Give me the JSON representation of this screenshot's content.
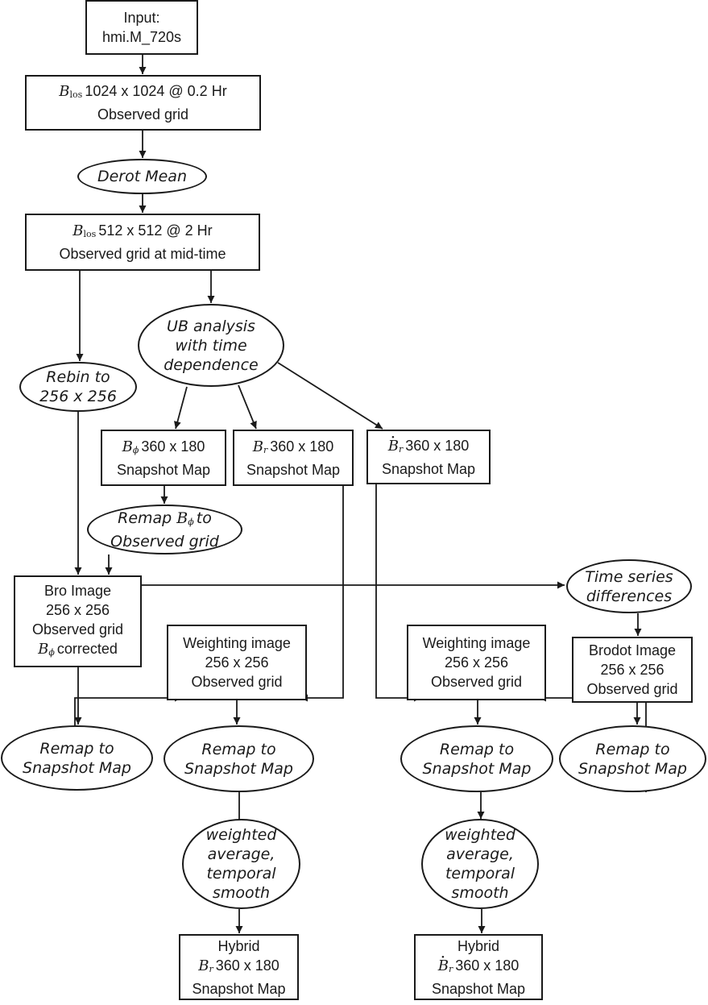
{
  "nodes": {
    "input": {
      "l1": "Input:",
      "l2": "hmi.M_720s"
    },
    "blos_1024": {
      "symbol": "B",
      "sub": "los",
      "l1": "1024 x 1024 @ 0.2 Hr",
      "l2": "Observed grid"
    },
    "derot_mean": {
      "l1": "Derot Mean"
    },
    "blos_512": {
      "symbol": "B",
      "sub": "los",
      "l1": "512 x 512 @ 2 Hr",
      "l2": "Observed grid at mid-time"
    },
    "ub_analysis": {
      "l1": "UB analysis",
      "l2": "with time",
      "l3": "dependence"
    },
    "rebin": {
      "l1": "Rebin to",
      "l2": "256 x 256"
    },
    "bphi_snapshot": {
      "symbol": "B",
      "sub": "ϕ",
      "l1": "360 x 180",
      "l2": "Snapshot Map"
    },
    "br_snapshot": {
      "symbol": "B",
      "sub": "r",
      "l1": "360 x 180",
      "l2": "Snapshot Map"
    },
    "brdot_snapshot": {
      "symbol": "B",
      "sub": "r",
      "l1": "360 x 180",
      "l2": "Snapshot Map"
    },
    "remap_bphi": {
      "pre": "Remap",
      "symbol": "B",
      "sub": "ϕ",
      "post": "to",
      "l2": "Observed grid"
    },
    "bro_image": {
      "l1": "Bro Image",
      "l2": "256 x 256",
      "l3": "Observed grid",
      "symbol": "B",
      "sub": "ϕ",
      "l4": "corrected"
    },
    "time_series": {
      "l1": "Time series",
      "l2": "differences"
    },
    "weighting_left": {
      "l1": "Weighting image",
      "l2": "256 x 256",
      "l3": "Observed grid"
    },
    "weighting_right": {
      "l1": "Weighting image",
      "l2": "256 x 256",
      "l3": "Observed grid"
    },
    "brodot_image": {
      "l1": "Brodot Image",
      "l2": "256 x 256",
      "l3": "Observed grid"
    },
    "remap_snap_1": {
      "l1": "Remap to",
      "l2": "Snapshot Map"
    },
    "remap_snap_2": {
      "l1": "Remap to",
      "l2": "Snapshot Map"
    },
    "remap_snap_3": {
      "l1": "Remap to",
      "l2": "Snapshot Map"
    },
    "remap_snap_4": {
      "l1": "Remap to",
      "l2": "Snapshot Map"
    },
    "weighted_left": {
      "l1": "weighted",
      "l2": "average,",
      "l3": "temporal",
      "l4": "smooth"
    },
    "weighted_right": {
      "l1": "weighted",
      "l2": "average,",
      "l3": "temporal",
      "l4": "smooth"
    },
    "hybrid_br": {
      "l1": "Hybrid",
      "symbol": "B",
      "sub": "r",
      "l2": "360 x 180",
      "l3": "Snapshot Map"
    },
    "hybrid_brdot": {
      "l1": "Hybrid",
      "symbol": "B",
      "sub": "r",
      "l2": "360 x 180",
      "l3": "Snapshot Map"
    }
  },
  "colors": {
    "stroke": "#1a1a1a",
    "fill": "#ffffff"
  }
}
